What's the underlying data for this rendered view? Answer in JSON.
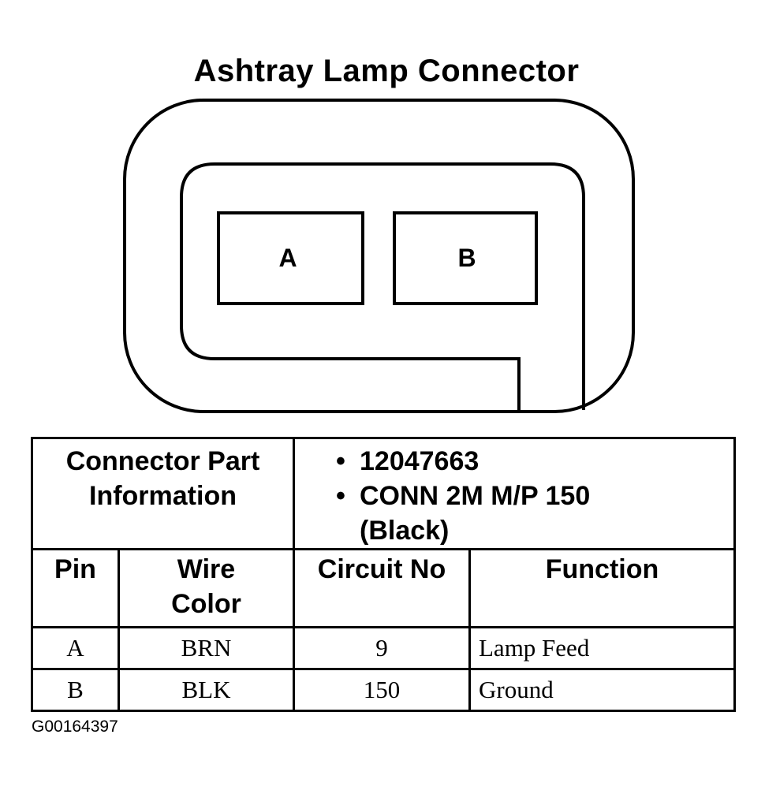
{
  "title": "Ashtray Lamp Connector",
  "connector": {
    "pins": [
      "A",
      "B"
    ]
  },
  "part_info": {
    "label_line1": "Connector Part",
    "label_line2": "Information",
    "bullet": "•",
    "part_number": "12047663",
    "conn_line1": "CONN 2M M/P 150",
    "conn_line2": "(Black)"
  },
  "table": {
    "headers": {
      "pin": "Pin",
      "wire_color_line1": "Wire",
      "wire_color_line2": "Color",
      "circuit": "Circuit No",
      "function": "Function"
    },
    "rows": [
      {
        "pin": "A",
        "wire_color": "BRN",
        "circuit": "9",
        "function": "Lamp Feed"
      },
      {
        "pin": "B",
        "wire_color": "BLK",
        "circuit": "150",
        "function": "Ground"
      }
    ]
  },
  "figure_id": "G00164397"
}
